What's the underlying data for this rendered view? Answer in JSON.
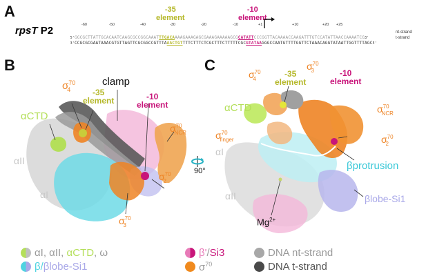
{
  "panel_a": {
    "letter": "A",
    "promoter_gene": "rpsT",
    "promoter_name": "P2",
    "elements": [
      {
        "label_line1": "-35",
        "label_line2": "element",
        "color": "#b5b82a"
      },
      {
        "label_line1": "-10",
        "label_line2": "element",
        "color": "#c8157a"
      }
    ],
    "tick_labels": [
      "-60",
      "-50",
      "-40",
      "-30",
      "-20",
      "-10",
      "+1",
      "+10",
      "+20",
      "+25"
    ],
    "nt_strand": {
      "prime5": "5'",
      "seq_pre": "GGCGCTTATTGCACAATCAAGCGCCGGCAAAT",
      "seq_m35": "TTGACA",
      "seq_mid": "AAAGAAAGAGCGAAAGAAAAAGCG",
      "seq_m10": "CATATT",
      "seq_post": "CCCGGTTACAAAACCAAGATTTGTCCATATTAACCAAAATCG",
      "prime3": "3'",
      "name": "nt-strand"
    },
    "t_strand": {
      "prime3": "3'",
      "seq_pre": "CCGCGCGAATAAACGTGTTAGTTCGCGGCCGTTTA",
      "seq_m35": "AACTGT",
      "seq_mid": "TTTCTTTCTCGCTTTCTTTTTCGC",
      "seq_m10": "GTATAA",
      "seq_post": "GGGCCAATGTTTTGGTTCTAAACAGGTATAATTGGTTTTAGC",
      "prime5": "5'",
      "name": "t-strand"
    },
    "tss_label": "+1"
  },
  "panel_b": {
    "letter": "B",
    "labels": {
      "alpha_ctd": "αCTD",
      "alpha_ii": "αII",
      "alpha_i": "αI",
      "sigma4_base": "σ",
      "sigma4_sup": "70",
      "sigma4_sub": "4",
      "m35_l1": "-35",
      "m35_l2": "element",
      "clamp": "clamp",
      "m10_l1": "-10",
      "m10_l2": "element",
      "sigma_ncr_base": "σ",
      "sigma_ncr_sup": "70",
      "sigma_ncr_sub": "NCR",
      "sigma2_base": "σ",
      "sigma2_sup": "70",
      "sigma2_sub": "2",
      "sigma3_base": "σ",
      "sigma3_sup": "70",
      "sigma3_sub": "3"
    },
    "rotation_label": "90°"
  },
  "panel_c": {
    "letter": "C",
    "labels": {
      "sigma4_base": "σ",
      "sigma4_sup": "70",
      "sigma4_sub": "4",
      "m35_l1": "-35",
      "m35_l2": "element",
      "sigma3_base": "σ",
      "sigma3_sup": "70",
      "sigma3_sub": "3",
      "m10_l1": "-10",
      "m10_l2": "element",
      "alpha_ctd": "αCTD",
      "sigma_finger_base": "σ",
      "sigma_finger_sup": "70",
      "sigma_finger_sub": "finger",
      "alpha_i": "αI",
      "sigma_ncr_base": "σ",
      "sigma_ncr_sup": "70",
      "sigma_ncr_sub": "NCR",
      "sigma2_base": "σ",
      "sigma2_sup": "70",
      "sigma2_sub": "2",
      "beta_protrusion": "βprotrusion",
      "alpha_ii": "αII",
      "beta_lobe": "βlobe-Si1",
      "mg_base": "Mg",
      "mg_sup": "2+"
    }
  },
  "legend": {
    "row1": [
      {
        "text_parts": [
          "αI, αII, ",
          "αCTD",
          ", ω"
        ],
        "colors": [
          "#a9a9a9",
          "#b4df5a"
        ]
      },
      {
        "text_parts": [
          "β'",
          "/",
          "Si3"
        ],
        "colors": [
          "#e87ab8",
          "#c8157a"
        ]
      },
      {
        "text_parts": [
          "DNA nt-strand"
        ],
        "colors": [
          "#a8a8a8"
        ]
      }
    ],
    "row2": [
      {
        "text_parts": [
          "β/",
          "βlobe-Si1"
        ],
        "colors": [
          "#4fd3e0",
          "#a9a8e8"
        ]
      },
      {
        "text_parts": [
          "σ",
          "70"
        ],
        "colors": [
          "#f08a1e"
        ]
      },
      {
        "text_parts": [
          "DNA t-strand"
        ],
        "colors": [
          "#555555"
        ]
      }
    ]
  },
  "colors": {
    "m35": "#b5b82a",
    "m10": "#c8157a",
    "sigma": "#ee8425",
    "alpha_ctd": "#b4df5a",
    "beta": "#4fd3e0",
    "beta_lobe": "#a9a8e8",
    "beta_prime": "#e87ab8",
    "alpha": "#c4c4c4",
    "dna_nt": "#a8a8a8",
    "dna_t": "#4a4a4a"
  }
}
